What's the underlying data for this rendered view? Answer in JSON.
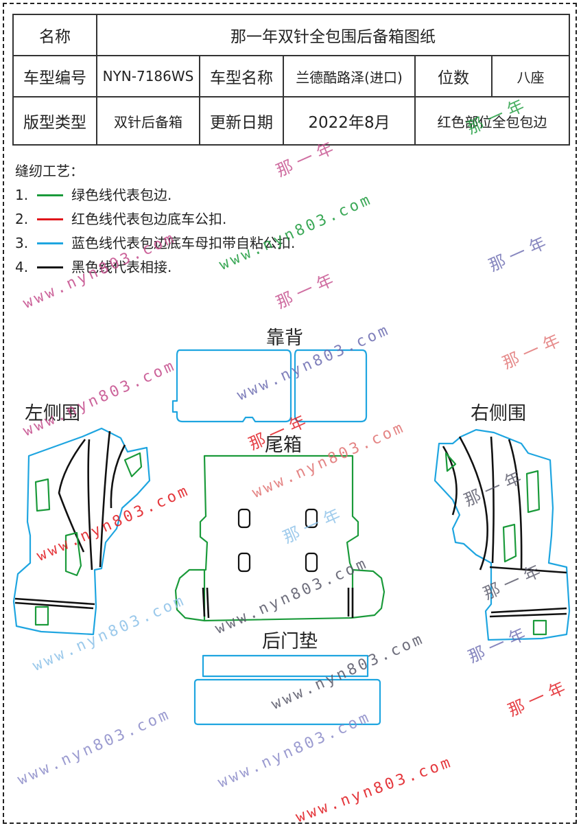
{
  "header": {
    "name_label": "名称",
    "name_value": "那一年双针全包围后备箱图纸",
    "model_code_label": "车型编号",
    "model_code_value": "NYN-7186WS",
    "model_name_label": "车型名称",
    "model_name_value": "兰德酷路泽(进口)",
    "seats_label": "位数",
    "seats_value": "八座",
    "pattern_type_label": "版型类型",
    "pattern_type_value": "双针后备箱",
    "update_date_label": "更新日期",
    "update_date_value": "2022年8月",
    "note": "红色部位全包包边"
  },
  "legend": {
    "title": "缝纫工艺：",
    "items": [
      {
        "num": "1.",
        "color": "#1a9a3a",
        "text": "绿色线代表包边."
      },
      {
        "num": "2.",
        "color": "#e0151b",
        "text": "红色线代表包边底车公扣."
      },
      {
        "num": "3.",
        "color": "#1ea5e0",
        "text": "蓝色线代表包边底车母扣带自粘公扣."
      },
      {
        "num": "4.",
        "color": "#111111",
        "text": "黑色线代表相接."
      }
    ]
  },
  "parts": {
    "backrest": "靠背",
    "left_side": "左侧围",
    "right_side": "右侧围",
    "trunk": "尾箱",
    "door_mat": "后门垫"
  },
  "watermarks": {
    "url": "www.nyn803.com",
    "brand": "那一年"
  },
  "colors": {
    "green": "#1a9a3a",
    "red": "#e0151b",
    "blue": "#1ea5e0",
    "black": "#111111"
  }
}
